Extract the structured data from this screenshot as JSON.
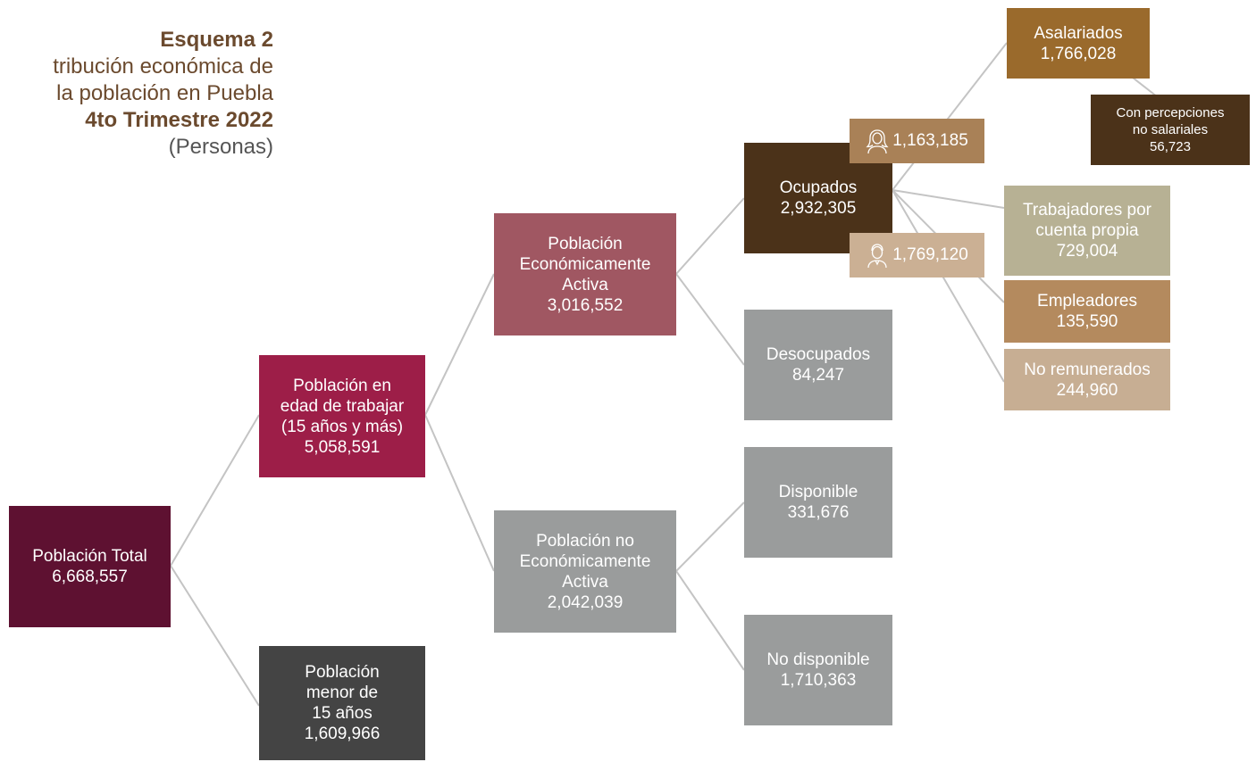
{
  "header": {
    "scheme": "Esquema 2",
    "line1": "tribución económica de",
    "line2": "la población en Puebla",
    "period": "4to Trimestre 2022",
    "unit": "(Personas)"
  },
  "nodes": {
    "total": {
      "label": "Población Total",
      "value": "6,668,557"
    },
    "working_age": {
      "l1": "Población en",
      "l2": "edad de trabajar",
      "l3": "(15 años y más)",
      "value": "5,058,591"
    },
    "under15": {
      "l1": "Población",
      "l2": "menor de",
      "l3": "15 años",
      "value": "1,609,966"
    },
    "pea": {
      "l1": "Población",
      "l2": "Económicamente",
      "l3": "Activa",
      "value": "3,016,552"
    },
    "pnea": {
      "l1": "Población no",
      "l2": "Económicamente",
      "l3": "Activa",
      "value": "2,042,039"
    },
    "ocupados": {
      "label": "Ocupados",
      "value": "2,932,305"
    },
    "desocupados": {
      "label": "Desocupados",
      "value": "84,247"
    },
    "disponible": {
      "label": "Disponible",
      "value": "331,676"
    },
    "no_disponible": {
      "label": "No disponible",
      "value": "1,710,363"
    },
    "asalariados": {
      "label": "Asalariados",
      "value": "1,766,028"
    },
    "percepciones": {
      "l1": "Con percepciones",
      "l2": "no salariales",
      "value": "56,723"
    },
    "cuenta_propia": {
      "l1": "Trabajadores por",
      "l2": "cuenta propia",
      "value": "729,004"
    },
    "empleadores": {
      "label": "Empleadores",
      "value": "135,590"
    },
    "no_remunerados": {
      "label": "No remunerados",
      "value": "244,960"
    }
  },
  "badges": {
    "women": {
      "icon": "woman-icon",
      "value": "1,163,185"
    },
    "men": {
      "icon": "man-icon",
      "value": "1,769,120"
    }
  },
  "colors": {
    "total": "#5e1131",
    "working_age": "#9d1e48",
    "under15": "#444444",
    "pea": "#a05762",
    "grey": "#9a9c9c",
    "ocupados": "#4b3219",
    "asalariados": "#9a6a2c",
    "percepciones": "#4b3219",
    "cuenta_propia": "#b7b194",
    "empleadores": "#b48a5e",
    "no_remunerados": "#c7ae93",
    "badge_women": "#a98157",
    "badge_men": "#cbb094",
    "connector": "#c4c4c4"
  }
}
